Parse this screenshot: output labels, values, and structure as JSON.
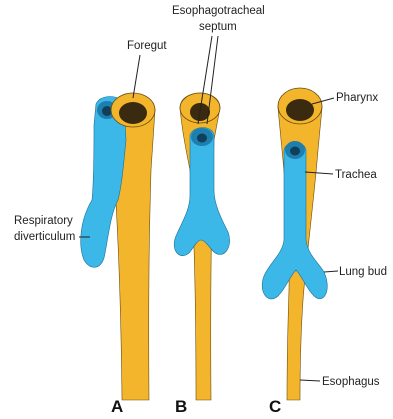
{
  "labels": {
    "foregut": "Foregut",
    "septum_line1": "Esophagotracheal",
    "septum_line2": "septum",
    "respiratory_line1": "Respiratory",
    "respiratory_line2": "diverticulum",
    "pharynx": "Pharynx",
    "trachea": "Trachea",
    "lung_bud": "Lung bud",
    "esophagus": "Esophagus"
  },
  "panels": {
    "a": "A",
    "b": "B",
    "c": "C"
  },
  "colors": {
    "gut_tube": "#f2b52b",
    "respiratory": "#3bb8e8",
    "lumen": "#3a2a10",
    "outline": "#6b4a10"
  }
}
